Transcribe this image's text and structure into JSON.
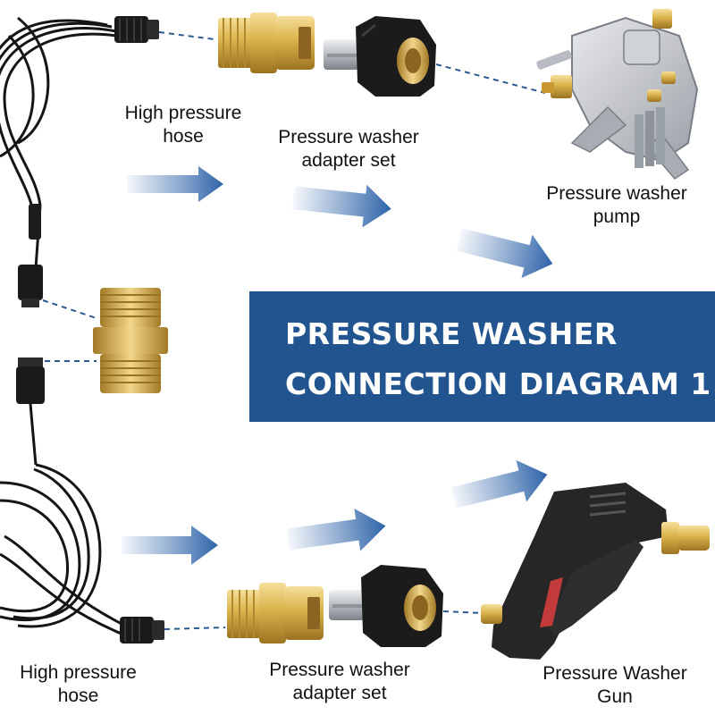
{
  "title": {
    "line1": "PRESSURE WASHER",
    "line2": "CONNECTION DIAGRAM 1"
  },
  "components": {
    "top_hose": {
      "line1": "High pressure",
      "line2": "hose"
    },
    "top_adapter": {
      "line1": "Pressure washer",
      "line2": "adapter set"
    },
    "pump": {
      "line1": "Pressure washer",
      "line2": "pump"
    },
    "bottom_hose": {
      "line1": "High pressure",
      "line2": "hose"
    },
    "bottom_adapter": {
      "line1": "Pressure washer",
      "line2": "adapter set"
    },
    "gun": {
      "line1": "Pressure Washer",
      "line2": "Gun"
    }
  },
  "colors": {
    "banner": "#22558f",
    "arrow": "#2e63a8",
    "brass": "#d9b24a",
    "hose": "#111111",
    "dashed_line": "#2a5a92"
  }
}
